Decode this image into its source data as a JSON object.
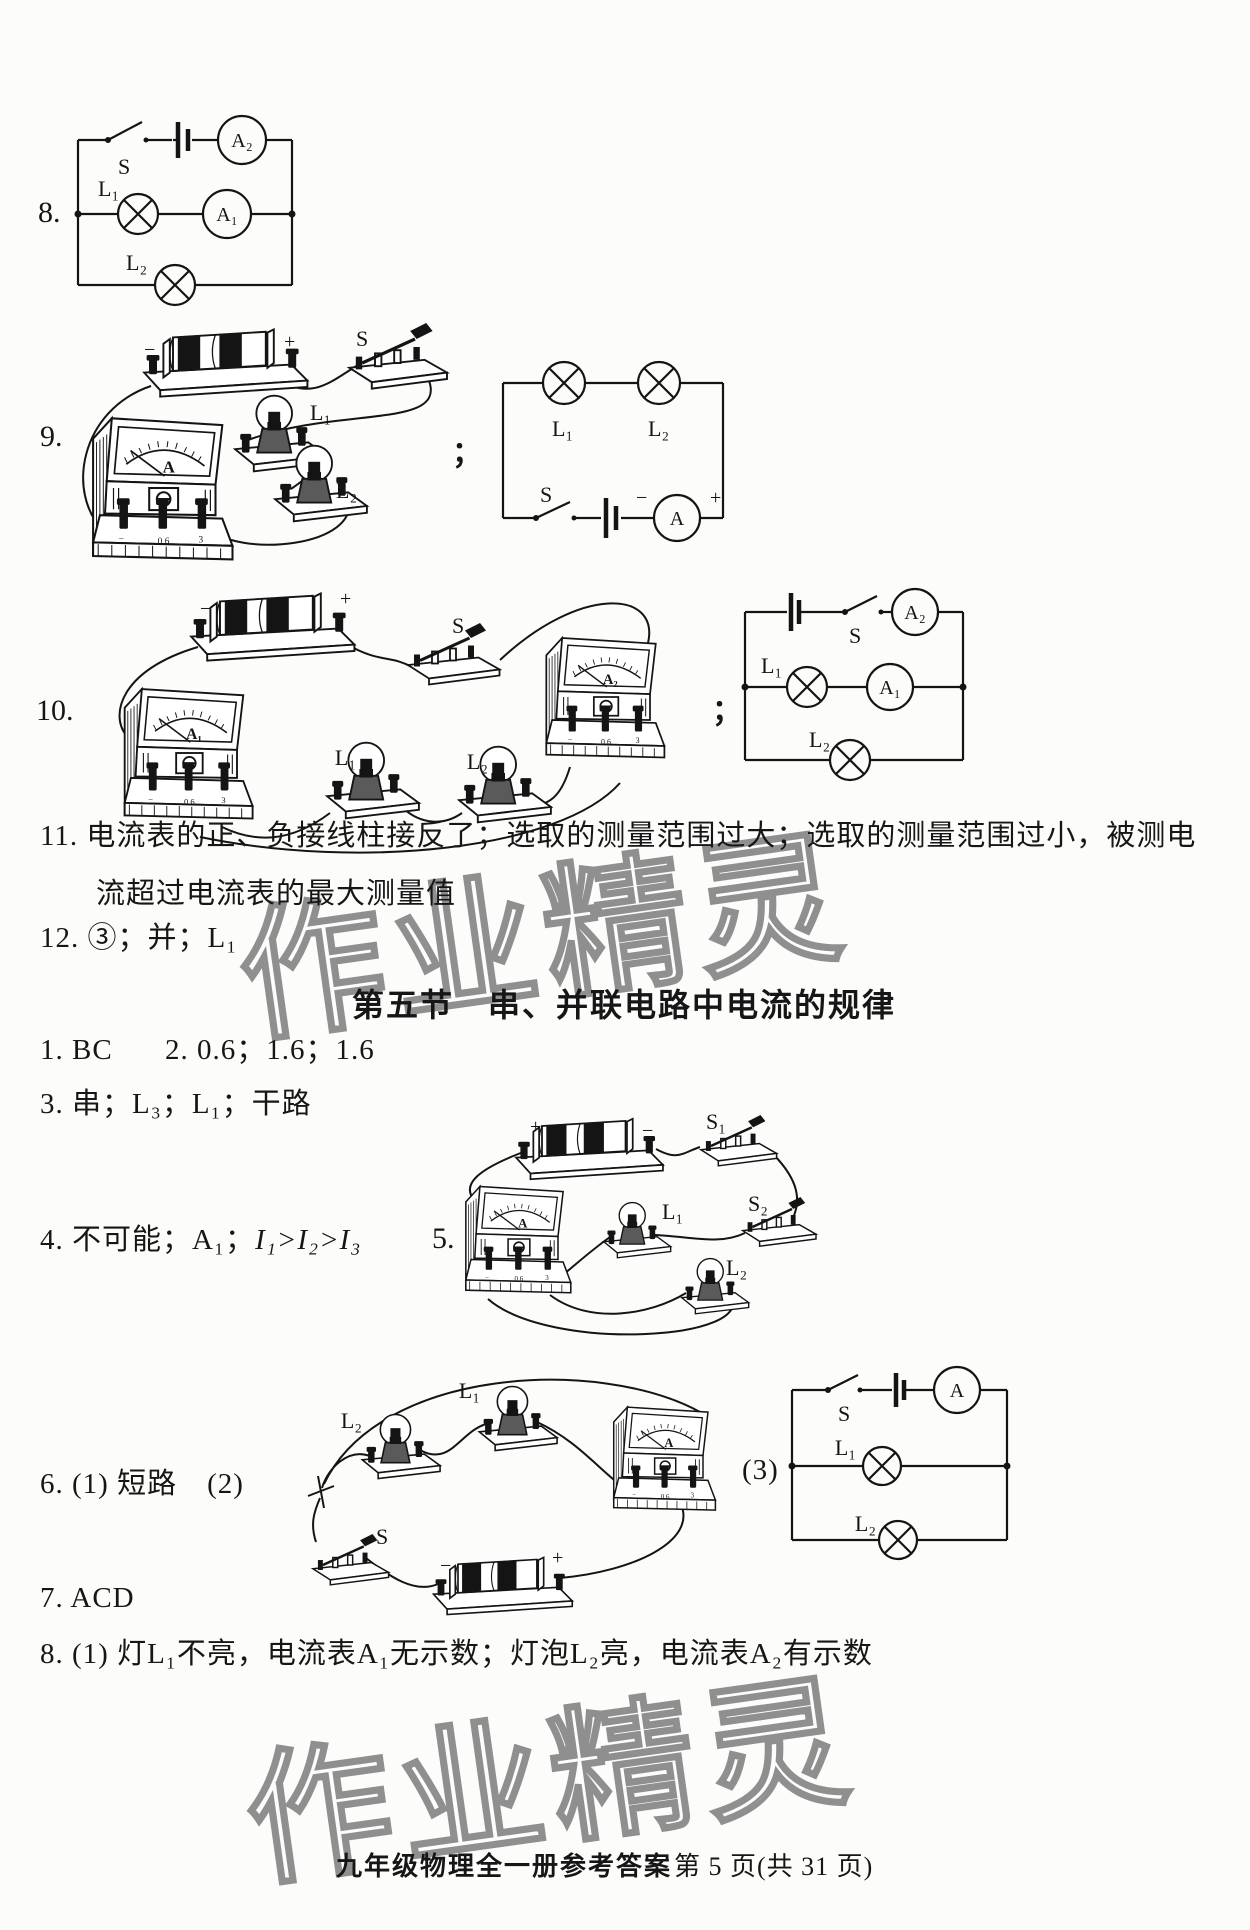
{
  "labels": {
    "s": "S",
    "s1": "S₁",
    "s2": "S₂",
    "l1": "L₁",
    "l2": "L₂",
    "a": "A",
    "a1": "A₁",
    "a2": "A₂",
    "plus": "+",
    "minus": "−",
    "range_low": "0.6",
    "range_high": "3",
    "semicolon": "；"
  },
  "answers": {
    "q8_number": "8.",
    "q9_number": "9.",
    "q10_number": "10.",
    "q11_line1": "11. 电流表的正、负接线柱接反了；选取的测量范围过大；选取的测量范围过小，被测电",
    "q11_line2": "流超过电流表的最大测量值",
    "q12": "12. ③；并；L₁",
    "section_heading": "第五节　串、并联电路中电流的规律",
    "q1": "1. BC",
    "q2": "2. 0.6；1.6；1.6",
    "q3": "3. 串；L₃；L₁；干路",
    "q4_prefix": "4. 不可能；A₁；",
    "q4_inequality": "I₁>I₂>I₃",
    "q5_number": "5.",
    "q6_part12": "6. (1) 短路　(2)",
    "q6_part3": "(3)",
    "q7": "7. ACD",
    "q8a": "8. (1) 灯L₁不亮，电流表A₁无示数；灯泡L₂亮，电流表A₂有示数"
  },
  "watermark": {
    "text": "作业精灵"
  },
  "footer": {
    "book": "九年级物理全一册参考答案",
    "page": "第 5 页(共 31 页)"
  }
}
